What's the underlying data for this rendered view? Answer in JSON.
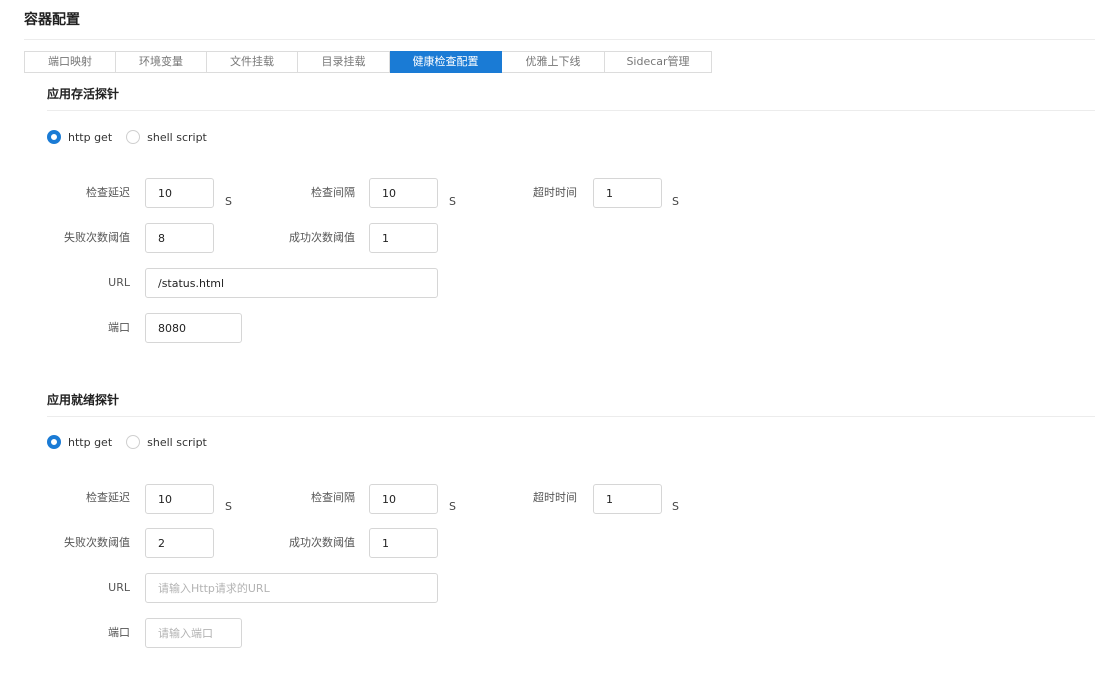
{
  "page_title": "容器配置",
  "tabs": [
    "端口映射",
    "环境变量",
    "文件挂载",
    "目录挂载",
    "健康检查配置",
    "优雅上下线",
    "Sidecar管理"
  ],
  "active_tab": "健康检查配置",
  "liveness": {
    "title": "应用存活探针",
    "radio_http": "http get",
    "radio_shell": "shell script",
    "selected": "http get",
    "fields": {
      "check_delay": {
        "label": "检查延迟",
        "value": "10",
        "unit": "S"
      },
      "check_interval": {
        "label": "检查间隔",
        "value": "10",
        "unit": "S"
      },
      "timeout": {
        "label": "超时时间",
        "value": "1",
        "unit": "S"
      },
      "failure_threshold": {
        "label": "失败次数阈值",
        "value": "8"
      },
      "success_threshold": {
        "label": "成功次数阈值",
        "value": "1"
      },
      "url": {
        "label": "URL",
        "value": "/status.html",
        "placeholder": ""
      },
      "port": {
        "label": "端口",
        "value": "8080",
        "placeholder": ""
      }
    }
  },
  "readiness": {
    "title": "应用就绪探针",
    "radio_http": "http get",
    "radio_shell": "shell script",
    "selected": "http get",
    "fields": {
      "check_delay": {
        "label": "检查延迟",
        "value": "10",
        "unit": "S"
      },
      "check_interval": {
        "label": "检查间隔",
        "value": "10",
        "unit": "S"
      },
      "timeout": {
        "label": "超时时间",
        "value": "1",
        "unit": "S"
      },
      "failure_threshold": {
        "label": "失败次数阈值",
        "value": "2"
      },
      "success_threshold": {
        "label": "成功次数阈值",
        "value": "1"
      },
      "url": {
        "label": "URL",
        "value": "",
        "placeholder": "请输入Http请求的URL"
      },
      "port": {
        "label": "端口",
        "value": "",
        "placeholder": "请输入端口"
      }
    }
  },
  "colors": {
    "accent": "#1a7bd5"
  }
}
